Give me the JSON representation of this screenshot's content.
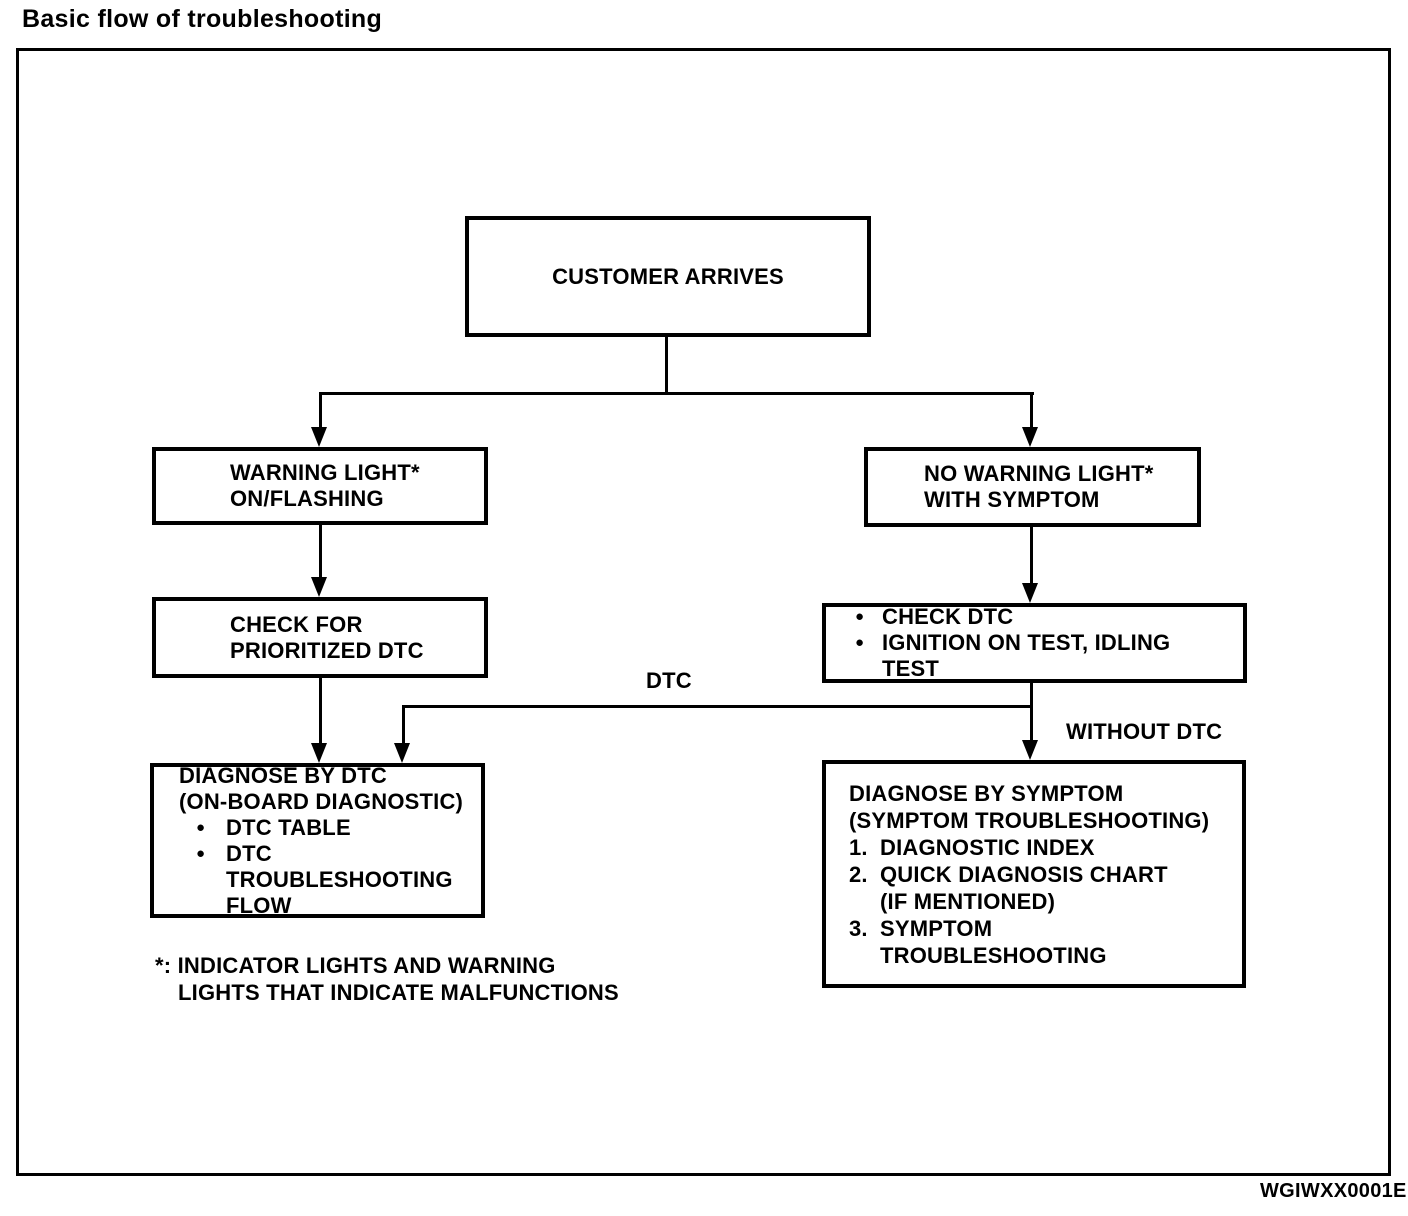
{
  "title": "Basic flow of troubleshooting",
  "figure_code": "WGIWXX0001E",
  "glyphs": {
    "bullet": "●"
  },
  "colors": {
    "ink": "#000000",
    "paper": "#ffffff"
  },
  "nodes": {
    "customer_arrives": {
      "text": "CUSTOMER ARRIVES"
    },
    "warning_light": {
      "text": "WARNING LIGHT*\nON/FLASHING"
    },
    "no_warning_light": {
      "text": "NO WARNING LIGHT*\nWITH SYMPTOM"
    },
    "check_for_prioritized_dtc": {
      "text": "CHECK FOR\nPRIORITIZED DTC"
    },
    "check_dtc_tests": {
      "bullets": [
        {
          "text": "CHECK DTC"
        },
        {
          "text": "IGNITION ON TEST, IDLING\nTEST"
        }
      ]
    },
    "diagnose_by_dtc": {
      "heading": "DIAGNOSE BY DTC\n(ON-BOARD DIAGNOSTIC)",
      "bullets": [
        {
          "text": "DTC TABLE"
        },
        {
          "text": "DTC\nTROUBLESHOOTING\nFLOW"
        }
      ]
    },
    "diagnose_by_symptom": {
      "heading": "DIAGNOSE BY SYMPTOM\n(SYMPTOM TROUBLESHOOTING)",
      "items": [
        {
          "n": "1.",
          "text": "DIAGNOSTIC INDEX"
        },
        {
          "n": "2.",
          "text": "QUICK DIAGNOSIS CHART\n(IF MENTIONED)"
        },
        {
          "n": "3.",
          "text": "SYMPTOM\nTROUBLESHOOTING"
        }
      ]
    }
  },
  "edge_labels": {
    "dtc": "DTC",
    "without_dtc": "WITHOUT DTC"
  },
  "footnote": "*: INDICATOR LIGHTS AND WARNING\nLIGHTS THAT INDICATE MALFUNCTIONS"
}
